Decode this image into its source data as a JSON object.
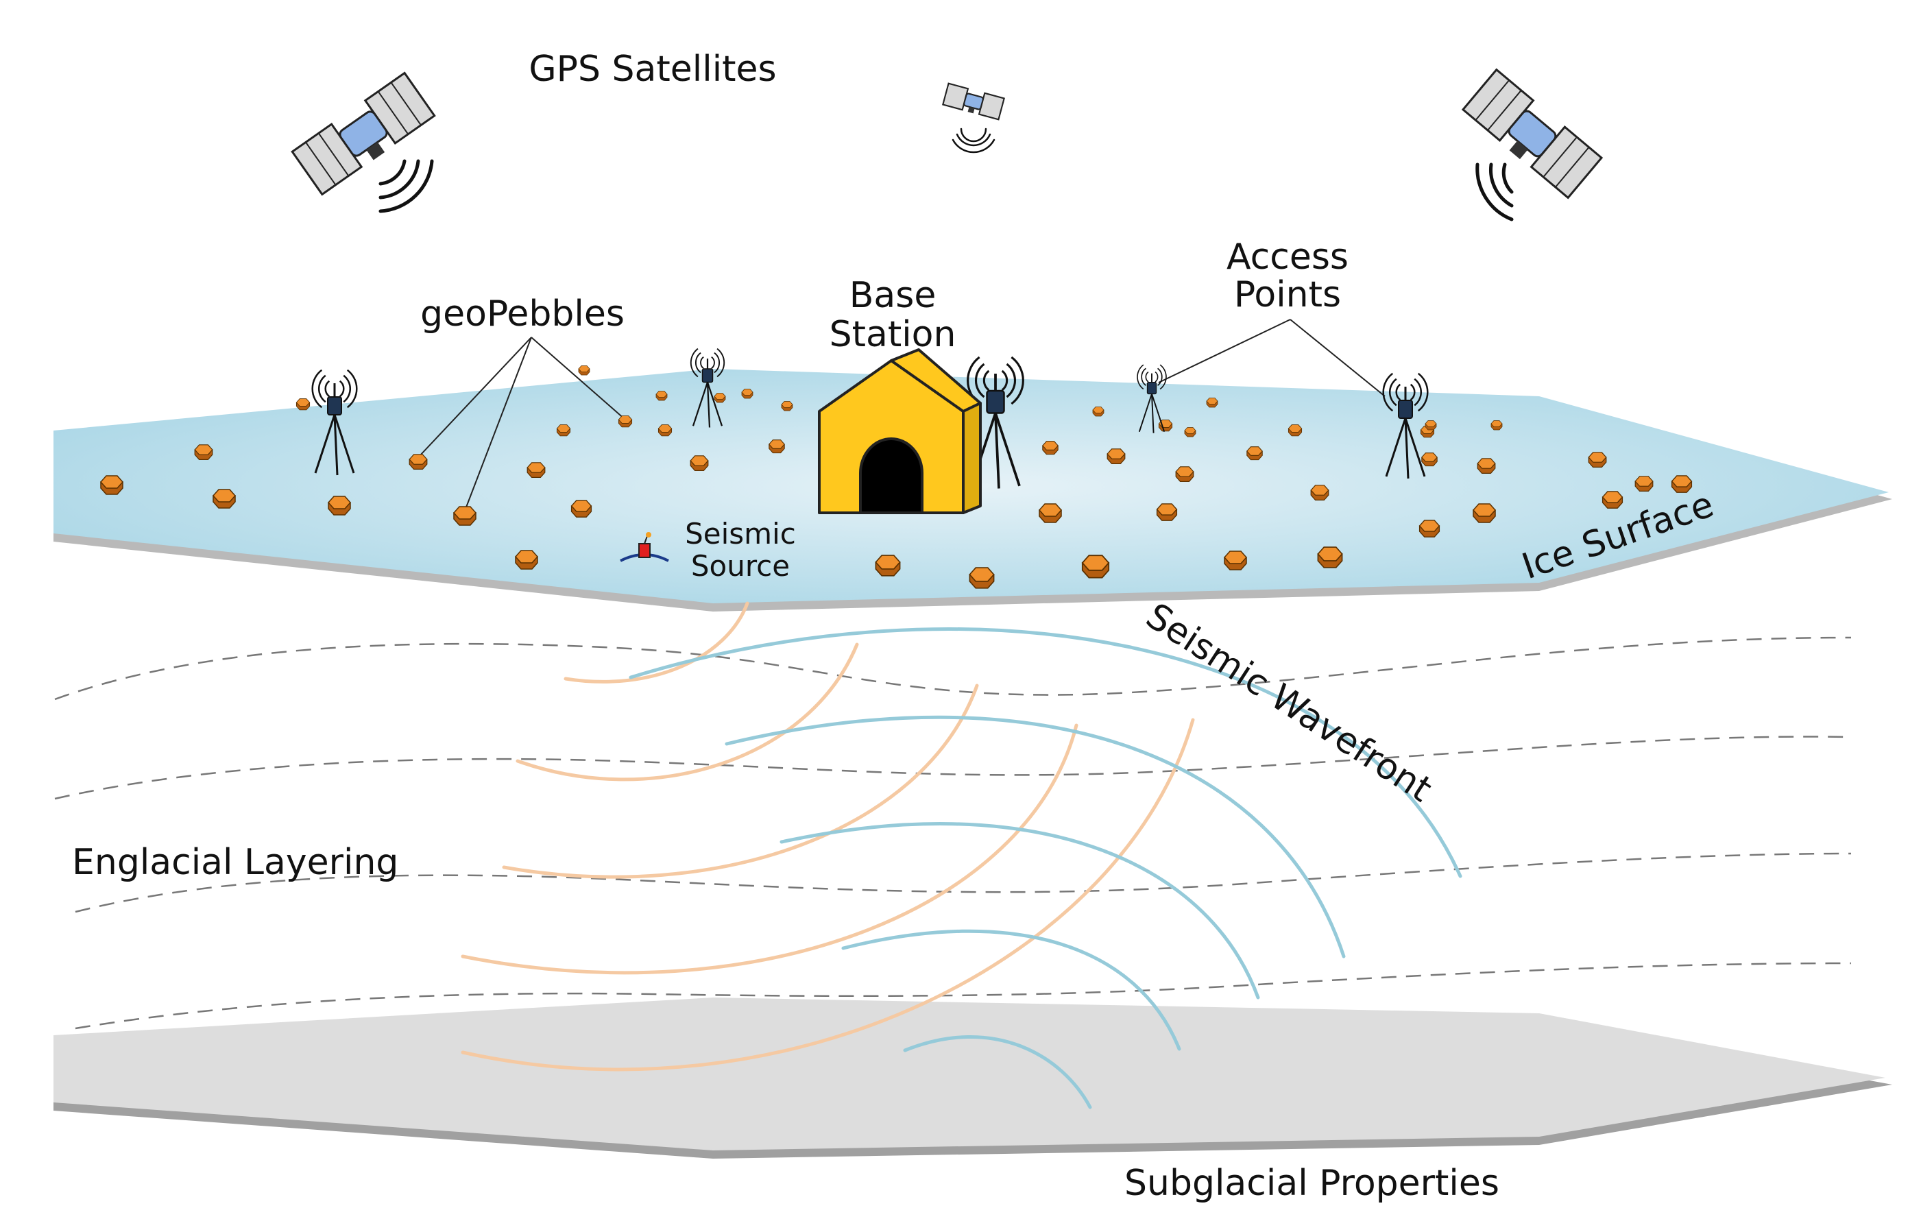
{
  "labels": {
    "gps_satellites": "GPS Satellites",
    "geopebbles": "geoPebbles",
    "base_station_line1": "Base",
    "base_station_line2": "Station",
    "access_points_line1": "Access",
    "access_points_line2": "Points",
    "seismic_source_line1": "Seismic",
    "seismic_source_line2": "Source",
    "ice_surface": "Ice Surface",
    "seismic_wavefront": "Seismic Wavefront",
    "englacial_layering": "Englacial Layering",
    "subglacial_properties": "Subglacial Properties"
  },
  "colors": {
    "ice_top": "#a9d6e6",
    "ice_light": "#dcedf4",
    "ice_edge": "#b8b8b8",
    "bed": "#dcdcdc",
    "bed_edge": "#9a9a9a",
    "pebble": "#f0902c",
    "pebble_dark": "#b35d10",
    "station_yellow": "#ffc81e",
    "wave_orange": "#f5c9a2",
    "wave_blue": "#95cad9",
    "layer_dash": "#777777",
    "satellite_body": "#8fb3e6",
    "satellite_panel": "#d9d9d9",
    "source_red": "#e02020"
  },
  "icons": [
    "satellite-icon",
    "gps-signal-icon",
    "antenna-tripod-icon",
    "geopebble-icon",
    "base-station-hut-icon",
    "seismic-source-icon"
  ]
}
